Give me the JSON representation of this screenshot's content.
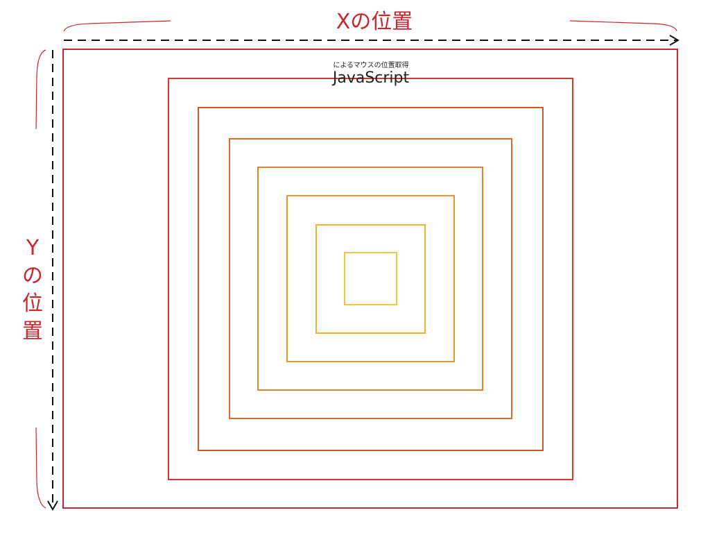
{
  "labels": {
    "x_position": "Xの位置",
    "y_position_chars": [
      "Y",
      "の",
      "位",
      "置"
    ],
    "subtitle": "によるマウスの位置取得",
    "title": "JavaScript"
  },
  "colors": {
    "axis": "#111111",
    "bracket": "#c8262f",
    "label": "#c8262f",
    "rings": [
      "#c8262f",
      "#cc3b2b",
      "#d3552a",
      "#da6c2a",
      "#e0822a",
      "#e79a2b",
      "#eeb22e",
      "#f2c63a"
    ]
  }
}
